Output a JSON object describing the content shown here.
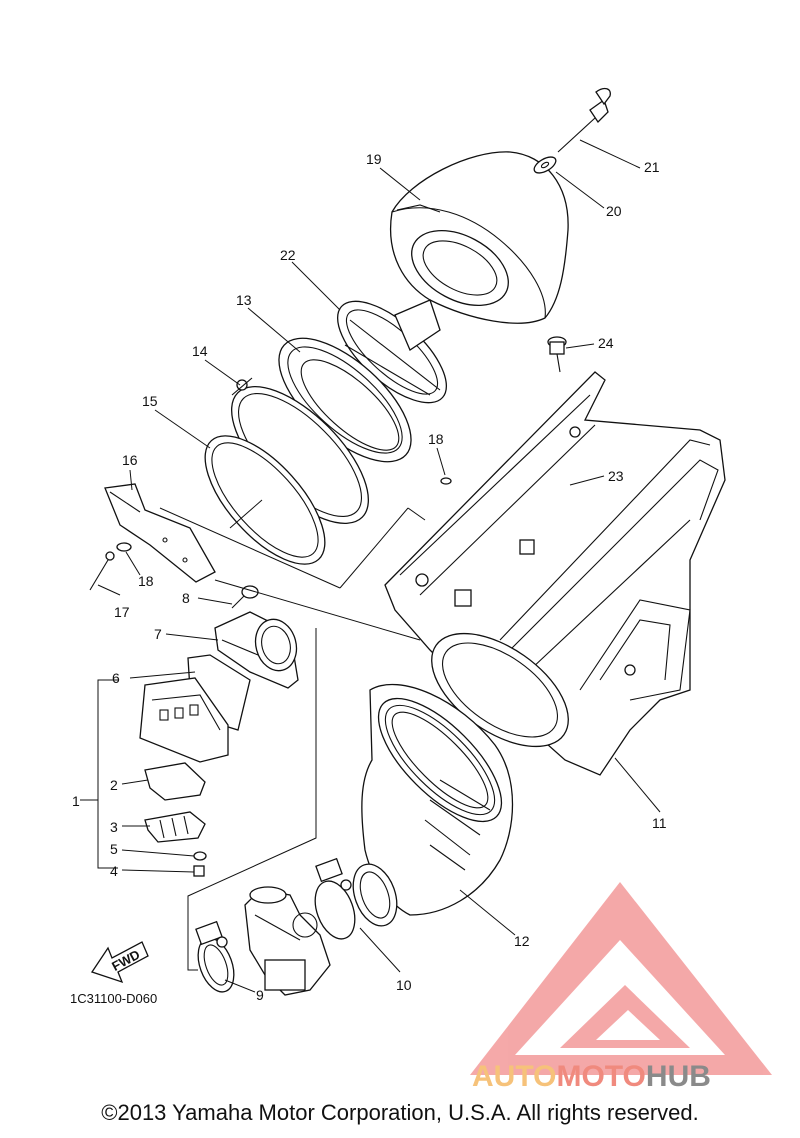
{
  "diagram": {
    "callouts": [
      {
        "id": "1",
        "text": "1"
      },
      {
        "id": "2",
        "text": "2"
      },
      {
        "id": "3",
        "text": "3"
      },
      {
        "id": "4",
        "text": "4"
      },
      {
        "id": "5",
        "text": "5"
      },
      {
        "id": "6",
        "text": "6"
      },
      {
        "id": "7",
        "text": "7"
      },
      {
        "id": "8",
        "text": "8"
      },
      {
        "id": "9",
        "text": "9"
      },
      {
        "id": "10",
        "text": "10"
      },
      {
        "id": "11",
        "text": "11"
      },
      {
        "id": "12",
        "text": "12"
      },
      {
        "id": "13",
        "text": "13"
      },
      {
        "id": "14",
        "text": "14"
      },
      {
        "id": "15",
        "text": "15"
      },
      {
        "id": "16",
        "text": "16"
      },
      {
        "id": "17",
        "text": "17"
      },
      {
        "id": "18a",
        "text": "18"
      },
      {
        "id": "18b",
        "text": "18"
      },
      {
        "id": "19",
        "text": "19"
      },
      {
        "id": "20",
        "text": "20"
      },
      {
        "id": "21",
        "text": "21"
      },
      {
        "id": "22",
        "text": "22"
      },
      {
        "id": "23",
        "text": "23"
      },
      {
        "id": "24",
        "text": "24"
      }
    ],
    "fwd_label": "FWD",
    "drawing_code": "1C31100-D060"
  },
  "watermark": {
    "brand_part1": "AUTO",
    "brand_part2": "MOTO",
    "brand_part3": "HUB",
    "colors": {
      "auto": "#f6c27a",
      "moto": "#f08a7e",
      "hub": "#8a8a8a",
      "logo": "#f39a9a"
    }
  },
  "footer": {
    "copyright": "©2013 Yamaha Motor Corporation, U.S.A. All rights reserved."
  }
}
